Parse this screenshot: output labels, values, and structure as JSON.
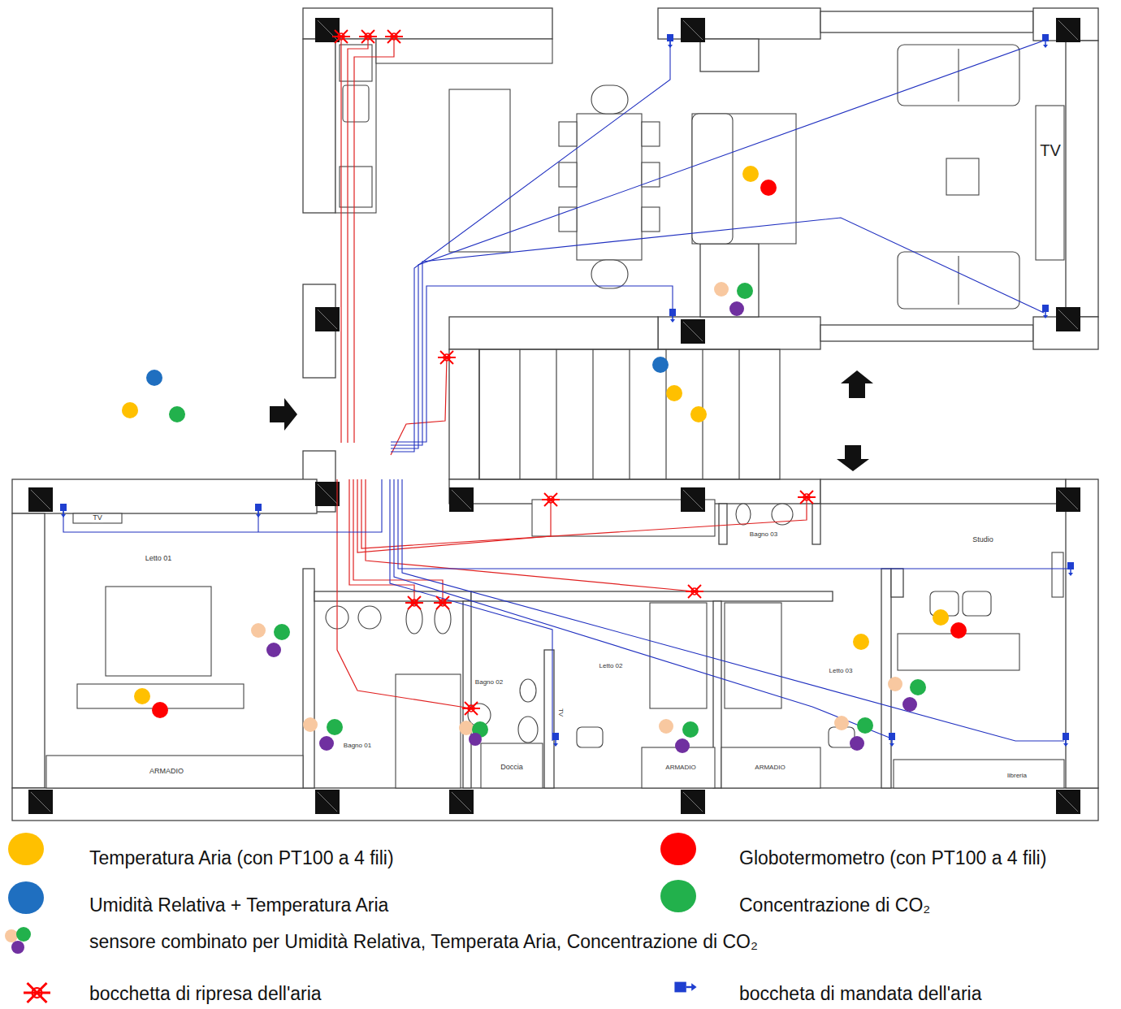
{
  "diagram": {
    "labels": [
      "TV",
      "TV",
      "Letto 01",
      "Bagno 01",
      "Bagno 02",
      "Doccia",
      "Letto 02",
      "TV",
      "ARMADIO",
      "ARMADIO",
      "ARMADIO",
      "Letto 03",
      "Bagno 03",
      "Studio",
      "libreria"
    ],
    "legend": [
      {
        "text": "Temperatura Aria (con PT100 a 4 fili)",
        "color": "#FFC000"
      },
      {
        "text": "Globotermometro (con PT100 a 4 fili)",
        "color": "#FF0000"
      },
      {
        "text": "Umidità Relativa + Temperatura Aria",
        "color": "#1F6FC0"
      },
      {
        "text": "Concentrazione di CO₂",
        "color": "#22B14C"
      },
      {
        "text": "sensore combinato per Umidità Relativa, Temperata Aria, Concentrazione di CO₂"
      },
      {
        "text": "bocchetta di ripresa dell'aria"
      },
      {
        "text": "boccheta di mandata dell'aria"
      }
    ]
  }
}
